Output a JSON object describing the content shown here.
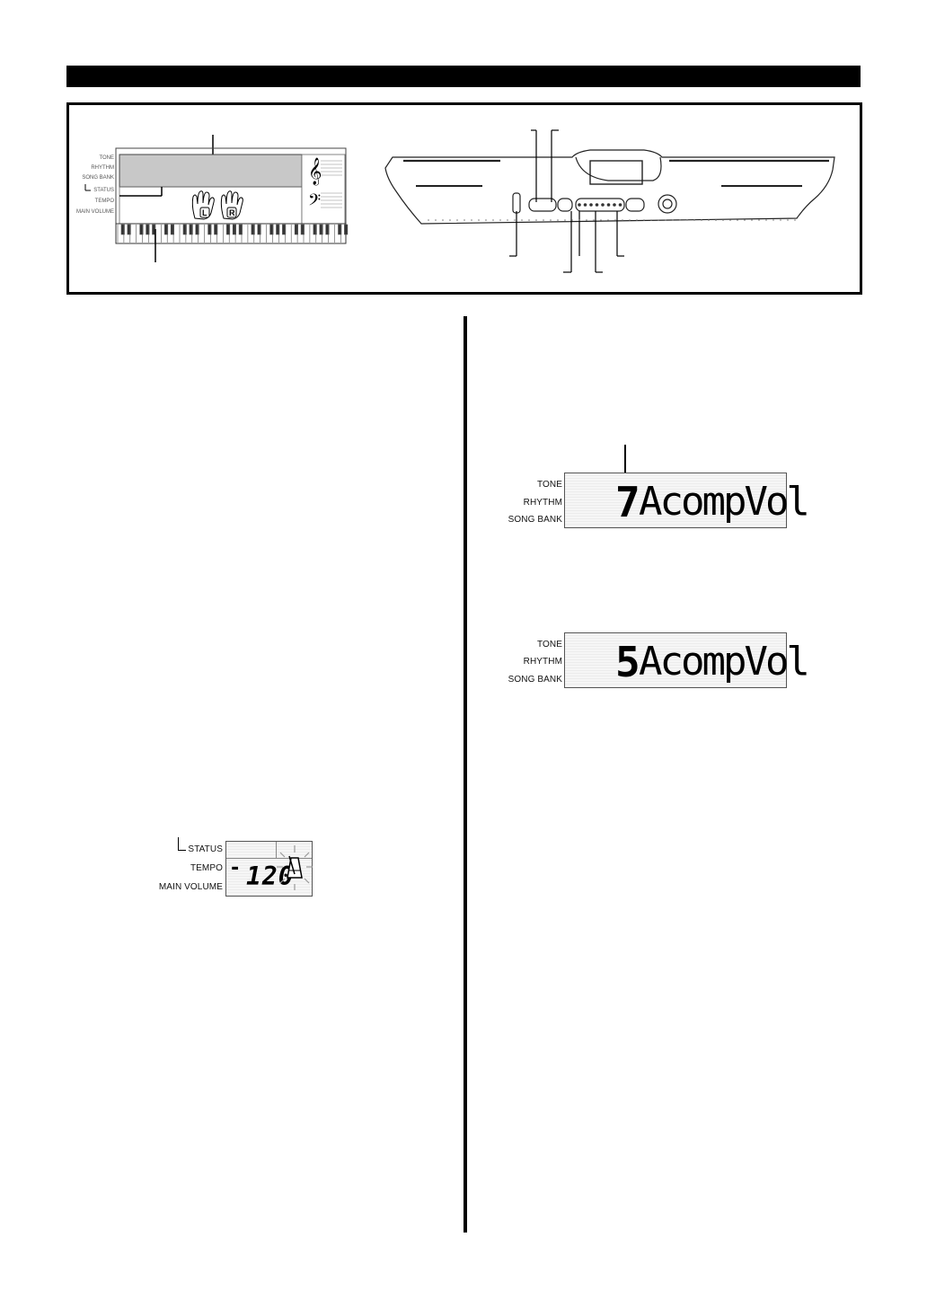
{
  "figure": {
    "panel_labels": [
      "TONE",
      "RHYTHM",
      "SONG BANK",
      "STATUS",
      "TEMPO",
      "MAIN VOLUME"
    ],
    "hand_left": "L",
    "hand_right": "R"
  },
  "display_tempo": {
    "labels": [
      "STATUS",
      "TEMPO",
      "MAIN VOLUME"
    ],
    "value": "120",
    "minus": "-"
  },
  "display_1": {
    "labels": [
      "TONE",
      "RHYTHM",
      "SONG BANK"
    ],
    "number": "7",
    "text": "AcompVol"
  },
  "display_2": {
    "labels": [
      "TONE",
      "RHYTHM",
      "SONG BANK"
    ],
    "number": "5",
    "text": "AcompVol"
  }
}
